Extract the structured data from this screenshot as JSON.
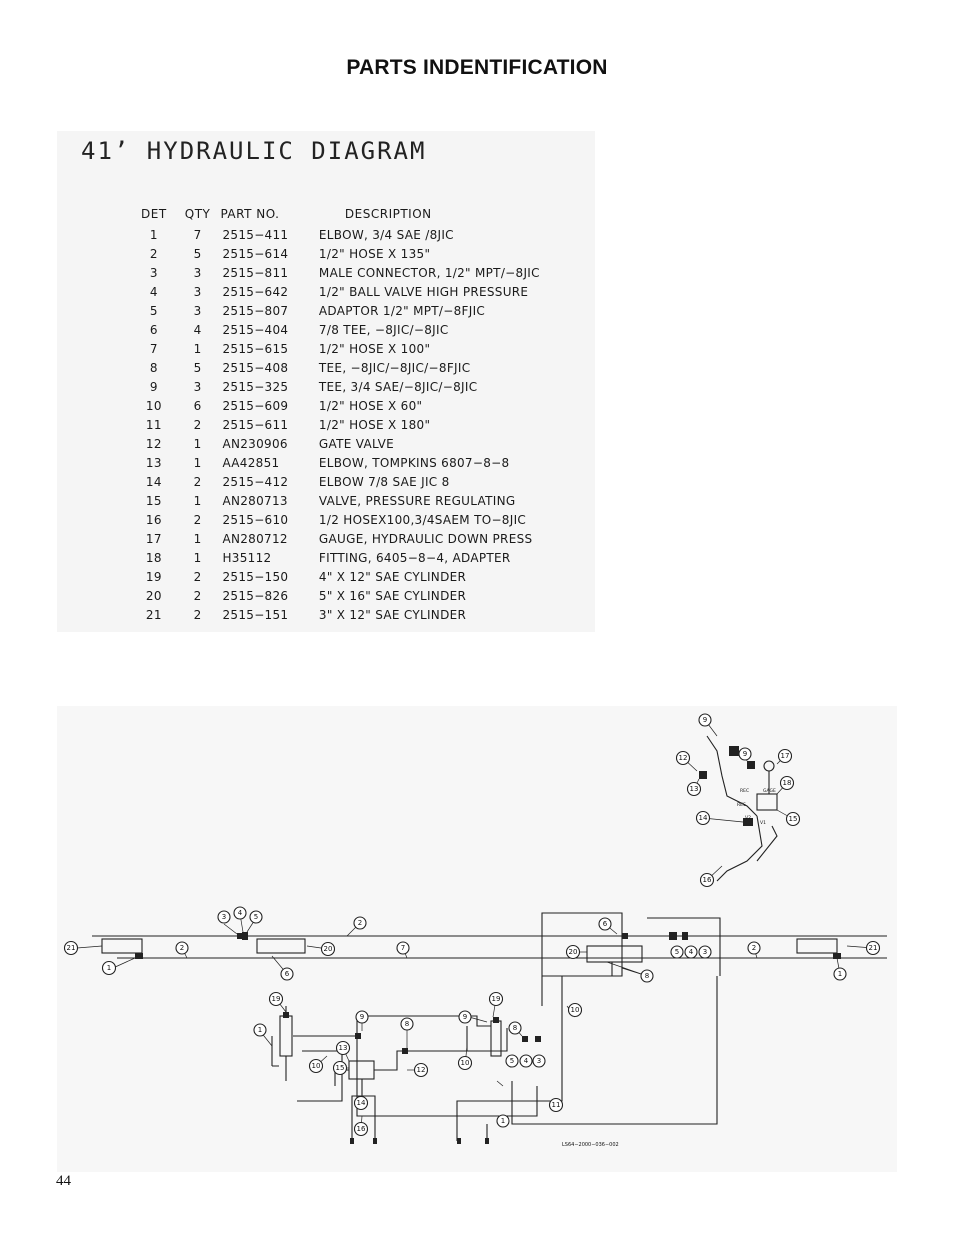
{
  "page": {
    "heading": "PARTS INDENTIFICATION",
    "page_number": "44"
  },
  "parts_table": {
    "title": "41’ HYDRAULIC DIAGRAM",
    "headers": {
      "det": "DET",
      "qty": "QTY",
      "part_no": "PART NO.",
      "description": "DESCRIPTION"
    },
    "rows": [
      {
        "det": "1",
        "qty": "7",
        "part_no": "2515−411",
        "description": "ELBOW, 3/4 SAE /8JIC"
      },
      {
        "det": "2",
        "qty": "5",
        "part_no": "2515−614",
        "description": "1/2\" HOSE X 135\""
      },
      {
        "det": "3",
        "qty": "3",
        "part_no": "2515−811",
        "description": "MALE CONNECTOR, 1/2\" MPT/−8JIC"
      },
      {
        "det": "4",
        "qty": "3",
        "part_no": "2515−642",
        "description": "1/2\" BALL VALVE HIGH PRESSURE"
      },
      {
        "det": "5",
        "qty": "3",
        "part_no": "2515−807",
        "description": "ADAPTOR 1/2\" MPT/−8FJIC"
      },
      {
        "det": "6",
        "qty": "4",
        "part_no": "2515−404",
        "description": "7/8 TEE, −8JIC/−8JIC"
      },
      {
        "det": "7",
        "qty": "1",
        "part_no": "2515−615",
        "description": "1/2\" HOSE X 100\""
      },
      {
        "det": "8",
        "qty": "5",
        "part_no": "2515−408",
        "description": "TEE, −8JIC/−8JIC/−8FJIC"
      },
      {
        "det": "9",
        "qty": "3",
        "part_no": "2515−325",
        "description": "TEE, 3/4 SAE/−8JIC/−8JIC"
      },
      {
        "det": "10",
        "qty": "6",
        "part_no": "2515−609",
        "description": "1/2\" HOSE X 60\""
      },
      {
        "det": "11",
        "qty": "2",
        "part_no": "2515−611",
        "description": "1/2\" HOSE X 180\""
      },
      {
        "det": "12",
        "qty": "1",
        "part_no": "AN230906",
        "description": "GATE VALVE"
      },
      {
        "det": "13",
        "qty": "1",
        "part_no": "AA42851",
        "description": "ELBOW, TOMPKINS 6807−8−8"
      },
      {
        "det": "14",
        "qty": "2",
        "part_no": "2515−412",
        "description": "ELBOW 7/8 SAE JIC 8"
      },
      {
        "det": "15",
        "qty": "1",
        "part_no": "AN280713",
        "description": "VALVE, PRESSURE REGULATING"
      },
      {
        "det": "16",
        "qty": "2",
        "part_no": "2515−610",
        "description": "1/2 HOSEX100,3/4SAEM TO−8JIC"
      },
      {
        "det": "17",
        "qty": "1",
        "part_no": "AN280712",
        "description": "GAUGE, HYDRAULIC DOWN PRESS"
      },
      {
        "det": "18",
        "qty": "1",
        "part_no": "H35112",
        "description": "FITTING, 6405−8−4, ADAPTER"
      },
      {
        "det": "19",
        "qty": "2",
        "part_no": "2515−150",
        "description": "4\" X 12\" SAE CYLINDER"
      },
      {
        "det": "20",
        "qty": "2",
        "part_no": "2515−826",
        "description": "5\" X 16\" SAE CYLINDER"
      },
      {
        "det": "21",
        "qty": "2",
        "part_no": "2515−151",
        "description": "3\" X 12\" SAE CYLINDER"
      }
    ]
  },
  "schematic": {
    "drawing_number": "LS64−2000−036−002",
    "labels": {
      "n1": "1",
      "n2": "2",
      "n3": "3",
      "n4": "4",
      "n5": "5",
      "n6": "6",
      "n7": "7",
      "n8": "8",
      "n9": "9",
      "n10": "10",
      "n11": "11",
      "n12": "12",
      "n13": "13",
      "n14": "14",
      "n15": "15",
      "n16": "16",
      "n17": "17",
      "n18": "18",
      "n19": "19",
      "n20": "20",
      "n21": "21",
      "rec": "REC",
      "gage": "GAGE",
      "res": "RES",
      "v1": "V1",
      "v2": "V2"
    }
  }
}
